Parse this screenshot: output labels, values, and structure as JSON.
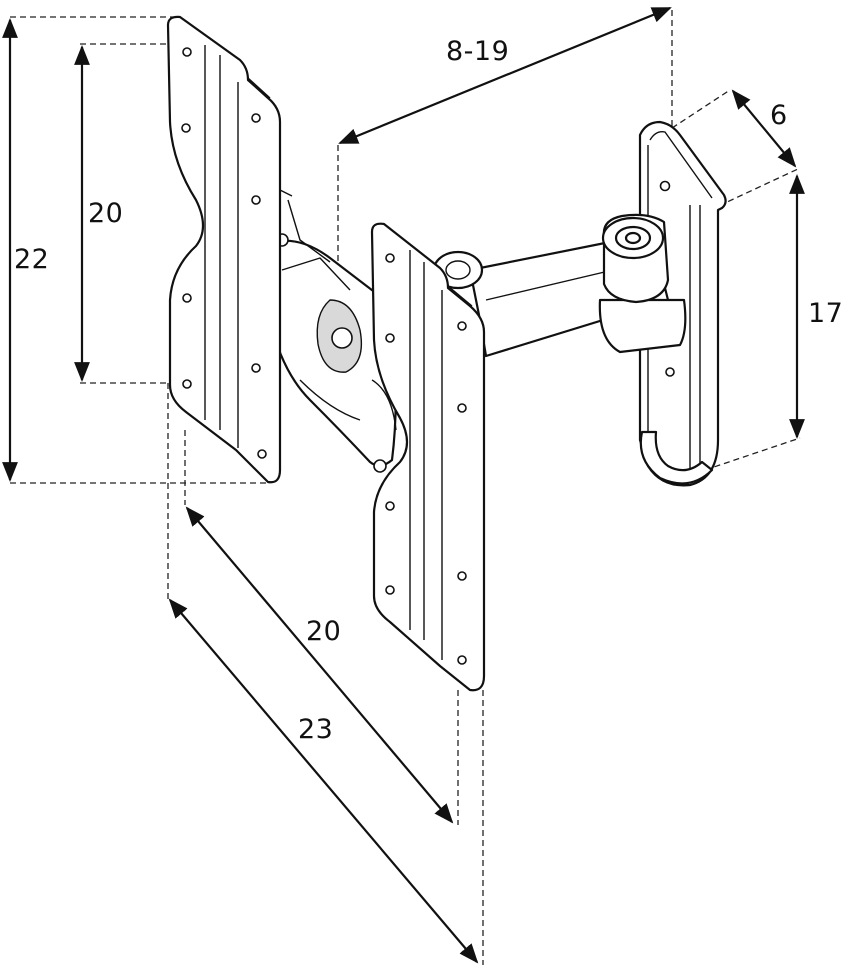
{
  "dimensions": {
    "total_height": "22",
    "plate_height": "20",
    "plate_width": "20",
    "total_width": "23",
    "arm_extension": "8-19",
    "wall_depth": "6",
    "wall_plate_height": "17"
  }
}
